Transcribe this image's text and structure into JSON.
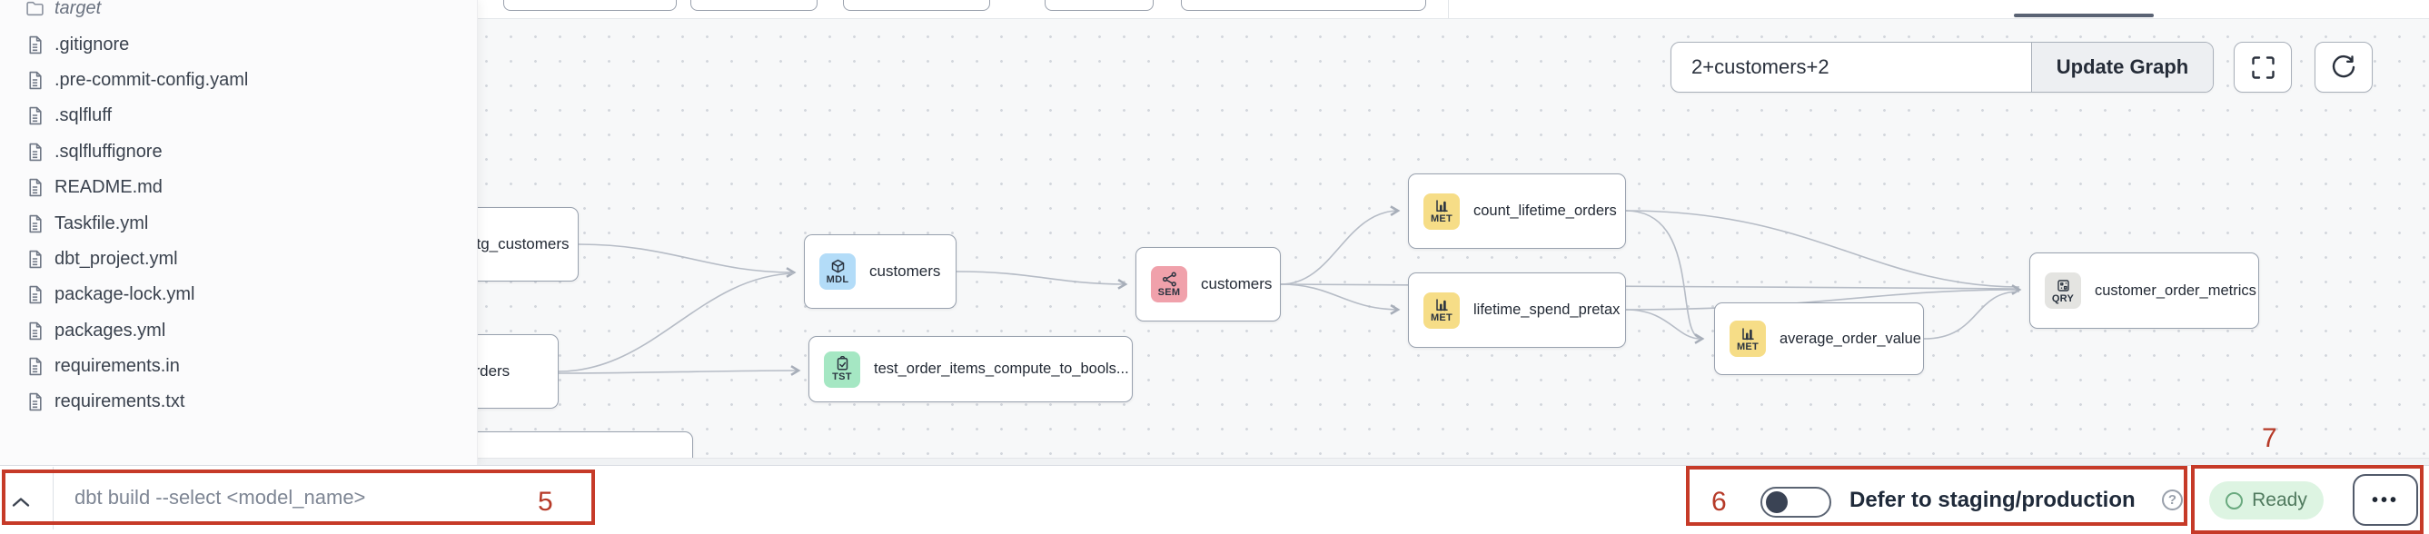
{
  "file_panel": {
    "items": [
      {
        "name": "target",
        "type": "folder"
      },
      {
        "name": ".gitignore",
        "type": "file"
      },
      {
        "name": ".pre-commit-config.yaml",
        "type": "file"
      },
      {
        "name": ".sqlfluff",
        "type": "file"
      },
      {
        "name": ".sqlfluffignore",
        "type": "file"
      },
      {
        "name": "README.md",
        "type": "file"
      },
      {
        "name": "Taskfile.yml",
        "type": "file"
      },
      {
        "name": "dbt_project.yml",
        "type": "file"
      },
      {
        "name": "package-lock.yml",
        "type": "file"
      },
      {
        "name": "packages.yml",
        "type": "file"
      },
      {
        "name": "requirements.in",
        "type": "file"
      },
      {
        "name": "requirements.txt",
        "type": "file"
      }
    ]
  },
  "lineage": {
    "selector_value": "2+customers+2",
    "update_button": "Update Graph",
    "nodes": [
      {
        "label": "stg_customers",
        "badge": ""
      },
      {
        "label": "orders",
        "badge": ""
      },
      {
        "label": "customers",
        "badge": "MDL"
      },
      {
        "label": "test_order_items_compute_to_bools...",
        "badge": "TST"
      },
      {
        "label": "customers",
        "badge": "SEM"
      },
      {
        "label": "count_lifetime_orders",
        "badge": "MET"
      },
      {
        "label": "lifetime_spend_pretax",
        "badge": "MET"
      },
      {
        "label": "average_order_value",
        "badge": "MET"
      },
      {
        "label": "customer_order_metrics",
        "badge": "QRY"
      }
    ]
  },
  "bottom_bar": {
    "command_placeholder": "dbt build --select <model_name>",
    "defer_label": "Defer to staging/production",
    "status_label": "Ready"
  },
  "annotations": {
    "n5": "5",
    "n6": "6",
    "n7": "7"
  },
  "colors": {
    "annotation_red": "#c63a28",
    "chip_mdl": "#b3dcf8",
    "chip_sem": "#f0a1ab",
    "chip_met": "#f6dd87",
    "chip_tst": "#a5e7c3",
    "chip_qry": "#e4e4e1",
    "ready_bg": "#ddf4e2",
    "ready_text": "#507a5e",
    "canvas_bg": "#f7f8f9"
  }
}
